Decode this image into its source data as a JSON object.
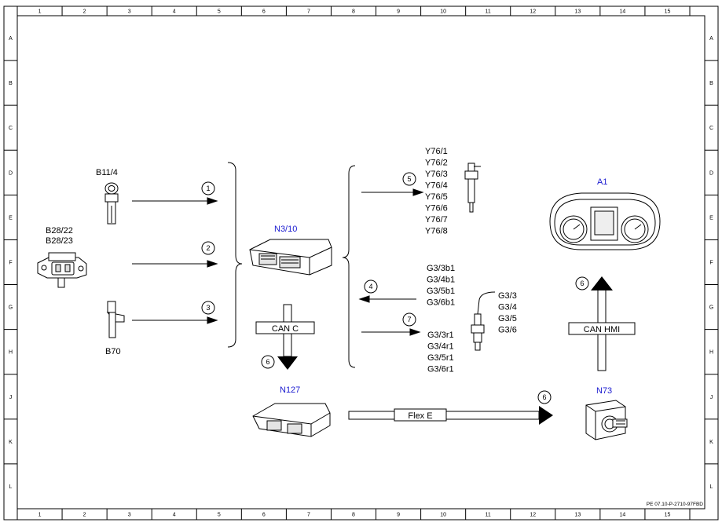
{
  "columns": [
    "1",
    "2",
    "3",
    "4",
    "5",
    "6",
    "7",
    "8",
    "9",
    "10",
    "11",
    "12",
    "13",
    "14",
    "15"
  ],
  "rows": [
    "A",
    "B",
    "C",
    "D",
    "E",
    "F",
    "G",
    "H",
    "J",
    "K",
    "L"
  ],
  "doc_id": "PE 07.10-P-2710-97FBD",
  "components": {
    "b11_4": "B11/4",
    "b28_22": "B28/22",
    "b28_23": "B28/23",
    "b70": "B70",
    "n3_10": "N3/10",
    "n127": "N127",
    "n73": "N73",
    "a1": "A1"
  },
  "injectors": [
    "Y76/1",
    "Y76/2",
    "Y76/3",
    "Y76/4",
    "Y76/5",
    "Y76/6",
    "Y76/7",
    "Y76/8"
  ],
  "o2_heater_inputs": [
    "G3/3b1",
    "G3/4b1",
    "G3/5b1",
    "G3/6b1"
  ],
  "o2_heater_outputs": [
    "G3/3r1",
    "G3/4r1",
    "G3/5r1",
    "G3/6r1"
  ],
  "o2_sensors": [
    "G3/3",
    "G3/4",
    "G3/5",
    "G3/6"
  ],
  "signal_numbers": {
    "s1": "1",
    "s2": "2",
    "s3": "3",
    "s4": "4",
    "s5": "5",
    "s6a": "6",
    "s6b": "6",
    "s6c": "6",
    "s7": "7"
  },
  "bus": {
    "can_c": "CAN C",
    "can_hmi": "CAN HMI",
    "flex_e": "Flex E"
  }
}
